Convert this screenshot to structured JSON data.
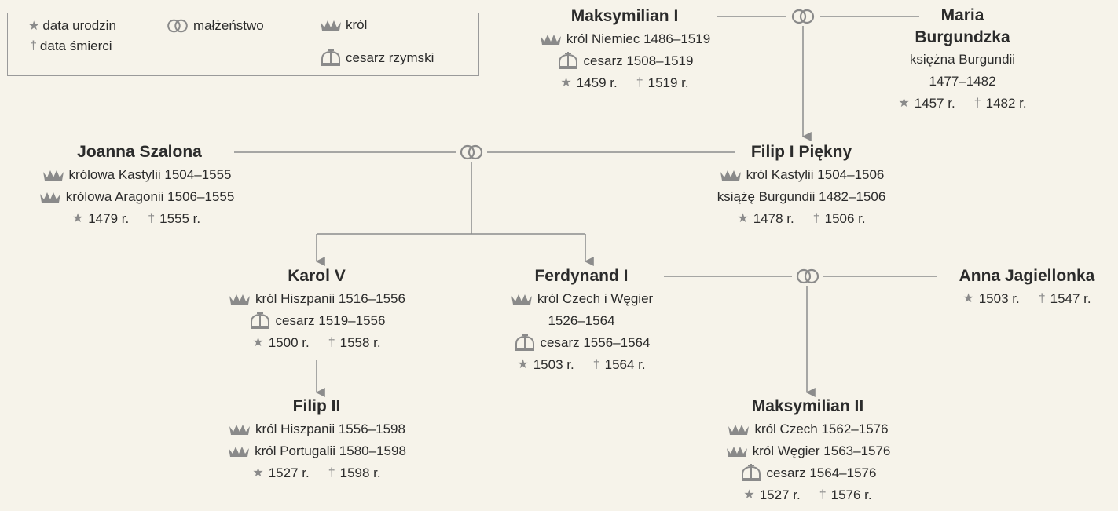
{
  "colors": {
    "background": "#f6f3ea",
    "text": "#2b2b2b",
    "icon": "#8a8a8a",
    "line": "#8c8c8c"
  },
  "legend": {
    "star_symbol": "★",
    "star_label": "data urodzin",
    "cross_symbol": "†",
    "cross_label": "data śmierci",
    "rings_label": "małżeństwo",
    "crown_label": "król",
    "imperial_crown_label": "cesarz rzymski"
  },
  "people": {
    "maksymilian1": {
      "name": "Maksymilian I",
      "titles": [
        "król Niemiec 1486–1519",
        "cesarz 1508–1519"
      ],
      "birth": "1459 r.",
      "death": "1519 r."
    },
    "maria": {
      "name": [
        "Maria",
        "Burgundzka"
      ],
      "titles": [
        "księżna Burgundii",
        "1477–1482"
      ],
      "birth": "1457 r.",
      "death": "1482 r."
    },
    "joanna": {
      "name": "Joanna Szalona",
      "titles": [
        "królowa Kastylii 1504–1555",
        "królowa Aragonii 1506–1555"
      ],
      "birth": "1479 r.",
      "death": "1555 r."
    },
    "filip1": {
      "name": "Filip I Piękny",
      "titles": [
        "król Kastylii 1504–1506",
        "książę Burgundii 1482–1506"
      ],
      "birth": "1478 r.",
      "death": "1506 r."
    },
    "karol5": {
      "name": "Karol V",
      "titles": [
        "król Hiszpanii 1516–1556",
        "cesarz 1519–1556"
      ],
      "birth": "1500 r.",
      "death": "1558 r."
    },
    "ferdynand1": {
      "name": "Ferdynand I",
      "titles": [
        "król Czech i Węgier",
        "1526–1564",
        "cesarz 1556–1564"
      ],
      "birth": "1503 r.",
      "death": "1564 r."
    },
    "anna": {
      "name": "Anna Jagiellonka",
      "birth": "1503 r.",
      "death": "1547 r."
    },
    "filip2": {
      "name": "Filip II",
      "titles": [
        "król Hiszpanii 1556–1598",
        "król Portugalii 1580–1598"
      ],
      "birth": "1527 r.",
      "death": "1598 r."
    },
    "maksymilian2": {
      "name": "Maksymilian II",
      "titles": [
        "król Czech 1562–1576",
        "król Węgier 1563–1576",
        "cesarz 1564–1576"
      ],
      "birth": "1527 r.",
      "death": "1576 r."
    }
  }
}
